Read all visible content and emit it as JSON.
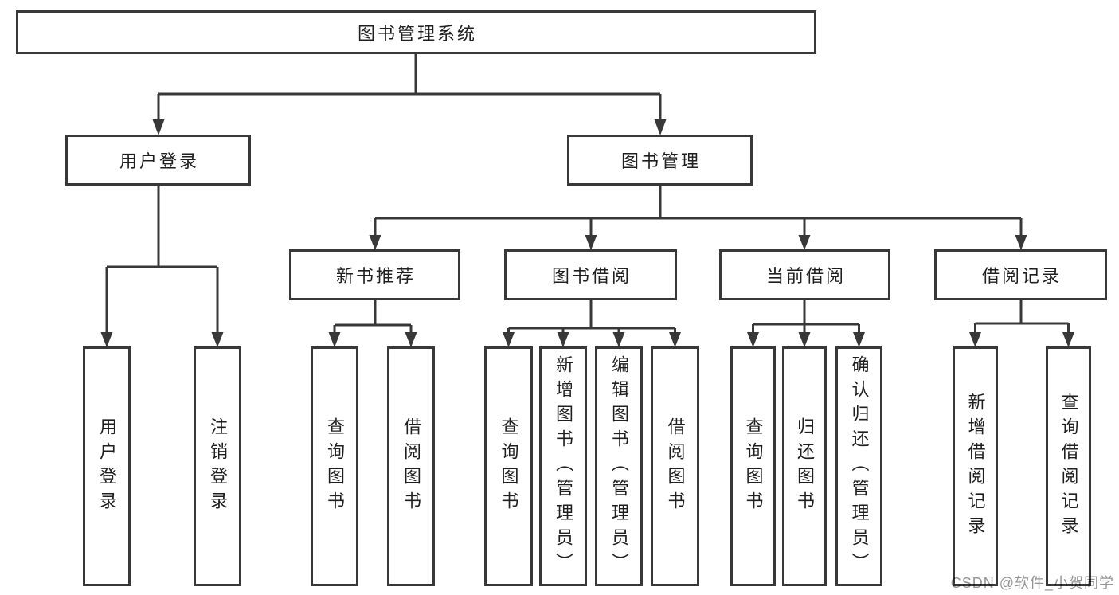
{
  "diagram": {
    "root": {
      "label": "图书管理系统"
    },
    "level2": [
      {
        "label": "用户登录",
        "children": [
          {
            "label": "用户登录"
          },
          {
            "label": "注销登录"
          }
        ]
      },
      {
        "label": "图书管理",
        "children": [
          {
            "label": "新书推荐",
            "children": [
              {
                "label": "查询图书"
              },
              {
                "label": "借阅图书"
              }
            ]
          },
          {
            "label": "图书借阅",
            "children": [
              {
                "label": "查询图书"
              },
              {
                "label": "新增图书（管理员）"
              },
              {
                "label": "编辑图书（管理员）"
              },
              {
                "label": "借阅图书"
              }
            ]
          },
          {
            "label": "当前借阅",
            "children": [
              {
                "label": "查询图书"
              },
              {
                "label": "归还图书"
              },
              {
                "label": "确认归还（管理员）"
              }
            ]
          },
          {
            "label": "借阅记录",
            "children": [
              {
                "label": "新增借阅记录"
              },
              {
                "label": "查询借阅记录"
              }
            ]
          }
        ]
      }
    ]
  },
  "watermark": {
    "text": "CSDN @软件_小贺同学"
  },
  "colors": {
    "line": "#383838",
    "box_border": "#383838",
    "box_fill": "#ffffff",
    "text": "#1f1f1f",
    "watermark": "#7d7d7d",
    "background": "#ffffff"
  }
}
